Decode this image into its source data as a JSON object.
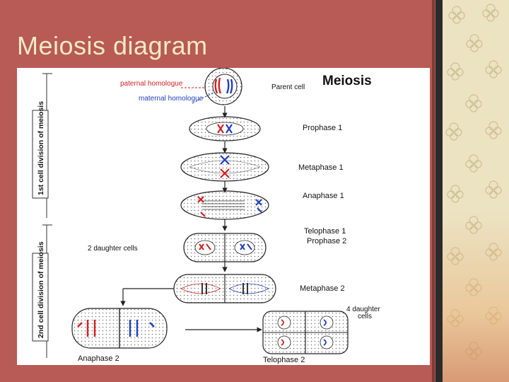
{
  "slide": {
    "title": "Meiosis diagram",
    "colors": {
      "background": "#b85a55",
      "title_text": "#f3e9c4",
      "side_panel": "#ece3c3",
      "diagram_bg": "#ffffff",
      "paternal": "#d42020",
      "maternal": "#1f3fbf"
    }
  },
  "diagram": {
    "heading": "Meiosis",
    "labels": {
      "paternal": "paternal homologue",
      "maternal": "maternal homologue",
      "parent": "Parent cell",
      "prophase1": "Prophase 1",
      "metaphase1": "Metaphase 1",
      "anaphase1": "Anaphase 1",
      "telophase1": "Telophase 1",
      "prophase2": "Prophase 2",
      "daughter2": "2 daughter cells",
      "metaphase2": "Metaphase 2",
      "daughter4_a": "4 daughter",
      "daughter4_b": "cells",
      "anaphase2": "Anaphase 2",
      "telophase2": "Telophase 2"
    },
    "side_labels": {
      "first_division": "1st cell division of meiosis",
      "second_division": "2nd cell division of meiosis"
    }
  }
}
